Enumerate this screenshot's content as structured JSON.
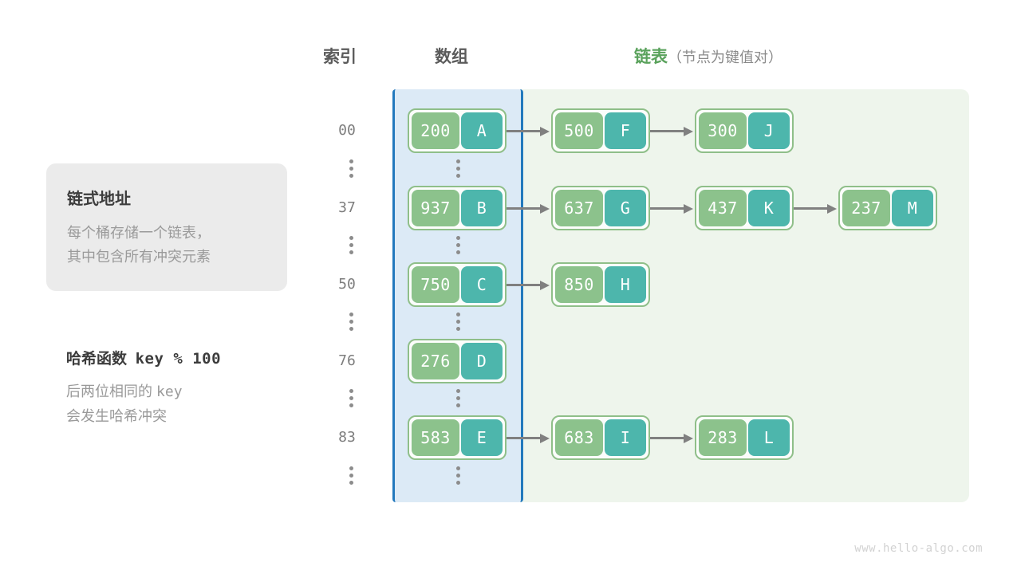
{
  "headers": {
    "index": "索引",
    "array": "数组",
    "list_accent": "链表",
    "list_note": "（节点为键值对）"
  },
  "info_card": {
    "title": "链式地址",
    "line1": "每个桶存储一个链表，",
    "line2": "其中包含所有冲突元素"
  },
  "hash": {
    "title_label": "哈希函数",
    "title_expr": "key % 100",
    "line1_a": "后两位相同的",
    "line1_b": "key",
    "line2": "会发生哈希冲突"
  },
  "colors": {
    "array_bg": "#dceaf6",
    "array_border": "#2379bd",
    "list_bg": "#eef5ec",
    "key_cell": "#8cc28c",
    "value_cell": "#4db6ac",
    "node_border": "#8fbf89",
    "arrow": "#808080",
    "accent_green": "#5aa25c",
    "card_bg": "#ebebeb"
  },
  "buckets": [
    {
      "index": "00",
      "bucket": {
        "key": "200",
        "value": "A"
      },
      "chain": [
        {
          "key": "500",
          "value": "F"
        },
        {
          "key": "300",
          "value": "J"
        }
      ]
    },
    {
      "index": "37",
      "bucket": {
        "key": "937",
        "value": "B"
      },
      "chain": [
        {
          "key": "637",
          "value": "G"
        },
        {
          "key": "437",
          "value": "K"
        },
        {
          "key": "237",
          "value": "M"
        }
      ]
    },
    {
      "index": "50",
      "bucket": {
        "key": "750",
        "value": "C"
      },
      "chain": [
        {
          "key": "850",
          "value": "H"
        }
      ]
    },
    {
      "index": "76",
      "bucket": {
        "key": "276",
        "value": "D"
      },
      "chain": []
    },
    {
      "index": "83",
      "bucket": {
        "key": "583",
        "value": "E"
      },
      "chain": [
        {
          "key": "683",
          "value": "I"
        },
        {
          "key": "283",
          "value": "L"
        }
      ]
    }
  ],
  "watermark": "www.hello-algo.com"
}
